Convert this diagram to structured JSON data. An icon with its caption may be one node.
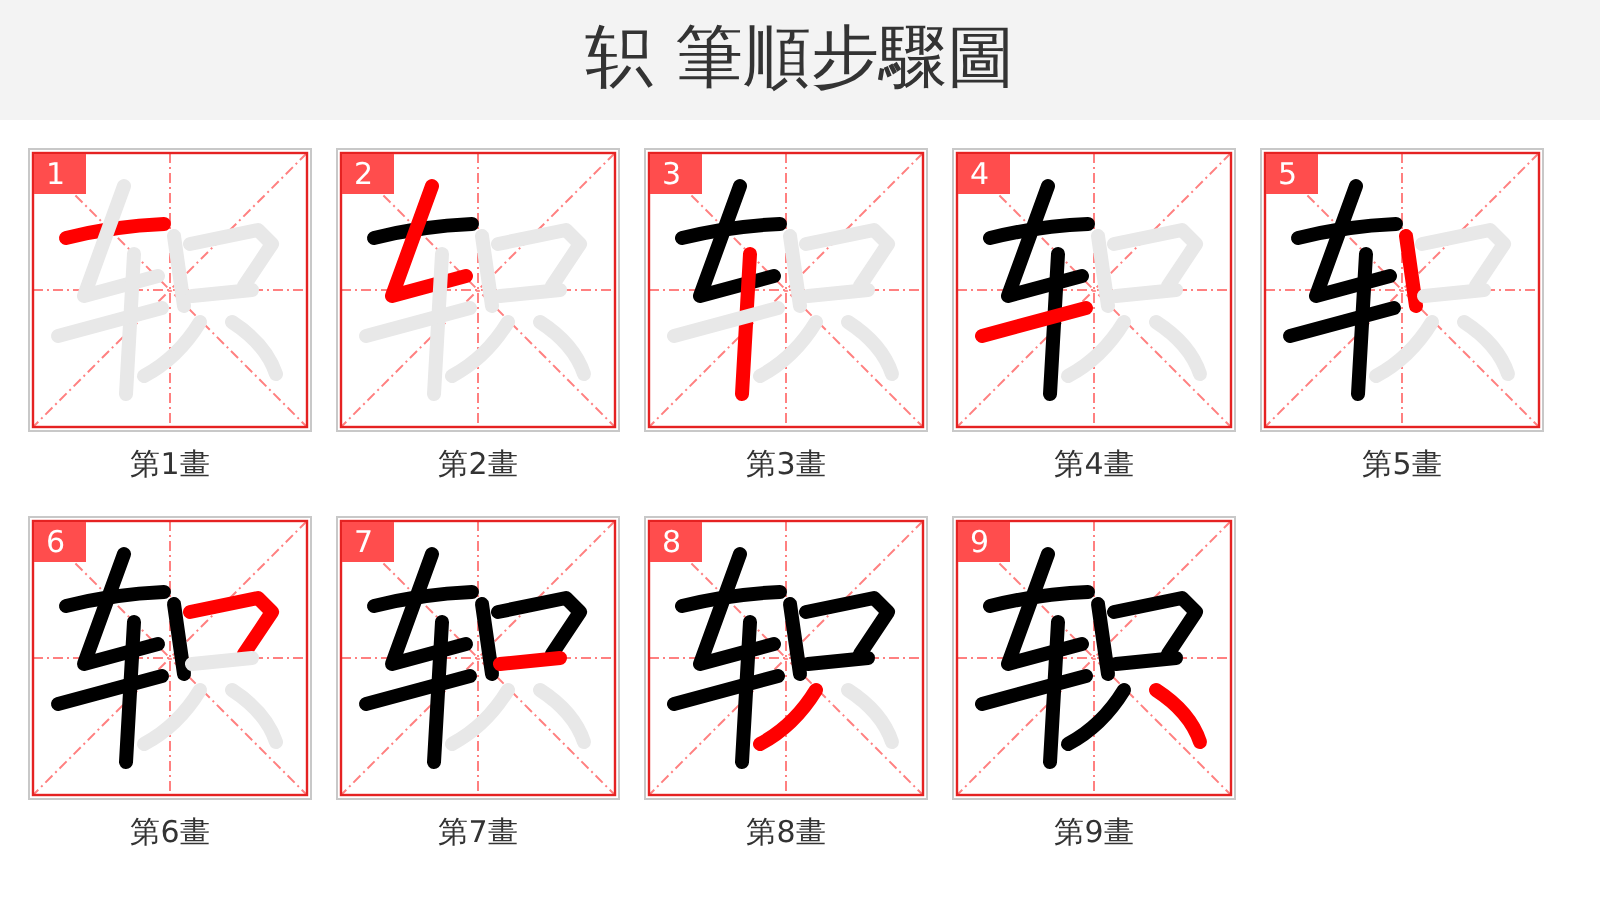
{
  "diagram": {
    "title": "轵 筆順步驟圖",
    "nodes": [
      {
        "text": [
          "1"
        ],
        "beside": [
          "第1畫"
        ]
      },
      {
        "text": [
          "2"
        ],
        "beside": [
          "第2畫"
        ]
      },
      {
        "text": [
          "3"
        ],
        "beside": [
          "第3畫"
        ]
      },
      {
        "text": [
          "4"
        ],
        "beside": [
          "第4畫"
        ]
      },
      {
        "text": [
          "5"
        ],
        "beside": [
          "第5畫"
        ]
      },
      {
        "text": [
          "6"
        ],
        "beside": [
          "第6畫"
        ]
      },
      {
        "text": [
          "7"
        ],
        "beside": [
          "第7畫"
        ]
      },
      {
        "text": [
          "8"
        ],
        "beside": [
          "第8畫"
        ]
      },
      {
        "text": [
          "9"
        ],
        "beside": [
          "第9畫"
        ]
      }
    ]
  }
}
